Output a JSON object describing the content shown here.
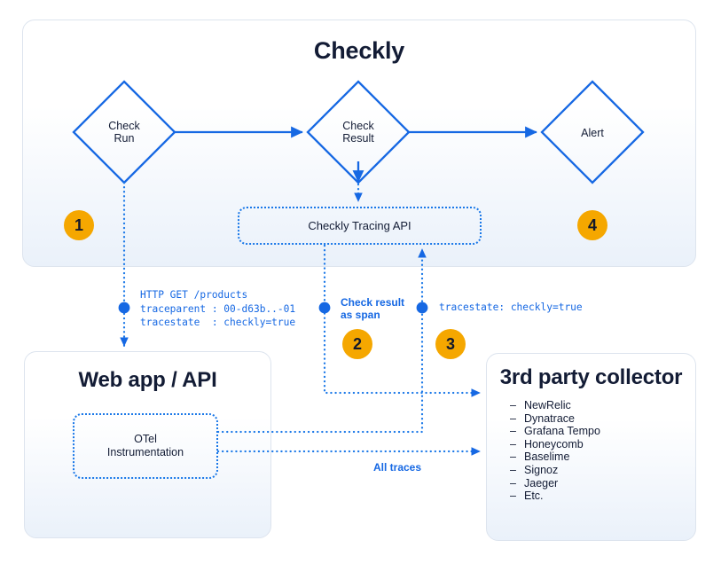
{
  "diagram": {
    "type": "flow-diagram",
    "title": "Checkly distributed tracing flow"
  },
  "colors": {
    "accent_blue": "#1668e3",
    "badge_orange": "#f5a700",
    "text_dark": "#131c35",
    "panel_border": "#dde4ee"
  },
  "panels": {
    "checkly": {
      "title": "Checkly"
    },
    "webapp": {
      "title": "Web app / API"
    },
    "collector": {
      "title": "3rd party collector",
      "items": [
        "NewRelic",
        "Dynatrace",
        "Grafana Tempo",
        "Honeycomb",
        "Baselime",
        "Signoz",
        "Jaeger",
        "Etc."
      ],
      "bullet": "–"
    }
  },
  "nodes": {
    "check_run": "Check\nRun",
    "check_result": "Check\nResult",
    "alert": "Alert",
    "tracing_api": "Checkly Tracing API",
    "otel": "OTel\nInstrumentation"
  },
  "badges": [
    {
      "id": "badge-1",
      "label": "1"
    },
    {
      "id": "badge-2",
      "label": "2"
    },
    {
      "id": "badge-3",
      "label": "3"
    },
    {
      "id": "badge-4",
      "label": "4"
    }
  ],
  "annotations": {
    "request_headers": "HTTP GET /products\ntraceparent : 00-d63b..-01\ntracestate  : checkly=true",
    "check_result_as_span": "Check result\nas span",
    "tracestate_header": "tracestate: checkly=true",
    "all_traces": "All traces"
  }
}
